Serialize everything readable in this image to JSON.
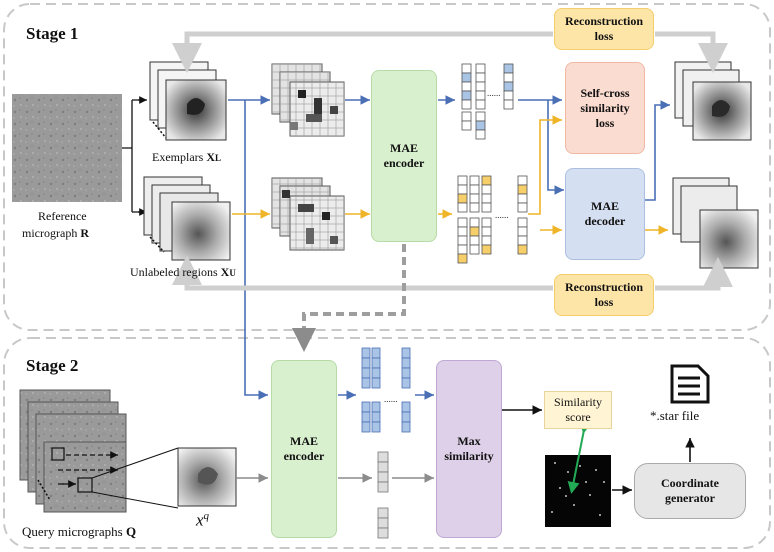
{
  "stage1": {
    "title": "Stage 1",
    "reference_label_line1": "Reference",
    "reference_label_line2": "micrograph",
    "reference_symbol": "R",
    "exemplars_label": "Exemplars",
    "exemplars_symbol": "X",
    "exemplars_sub": "L",
    "unlabeled_label": "Unlabeled regions",
    "unlabeled_symbol": "X",
    "unlabeled_sub": "U",
    "encoder_line1": "MAE",
    "encoder_line2": "encoder",
    "self_cross_line1": "Self-cross",
    "self_cross_line2": "similarity",
    "self_cross_line3": "loss",
    "decoder_line1": "MAE",
    "decoder_line2": "decoder",
    "recon_top_line1": "Reconstruction",
    "recon_top_line2": "loss",
    "recon_bottom_line1": "Reconstruction",
    "recon_bottom_line2": "loss"
  },
  "stage2": {
    "title": "Stage 2",
    "encoder_line1": "MAE",
    "encoder_line2": "encoder",
    "max_sim_line1": "Max",
    "max_sim_line2": "similarity",
    "sim_score_line1": "Similarity",
    "sim_score_line2": "score",
    "coord_line1": "Coordinate",
    "coord_line2": "generator",
    "star_file": "*.star file",
    "query_label": "Query micrographs",
    "query_symbol": "Q",
    "xq_symbol": "x",
    "xq_sup": "q"
  },
  "colors": {
    "blue_arrow": "#4a6fb5",
    "orange_arrow": "#f0b429",
    "gray_arrow": "#8c8c8c",
    "encoder_fill": "#d9f0cf",
    "self_cross_fill": "#fbdcd0",
    "decoder_fill": "#d5dff2",
    "recon_fill": "#fde5a8",
    "max_sim_fill": "#ddd0e8",
    "coord_fill": "#e6e6e6",
    "blue_token": "#a9c4e4",
    "orange_token": "#f6cf6a"
  }
}
